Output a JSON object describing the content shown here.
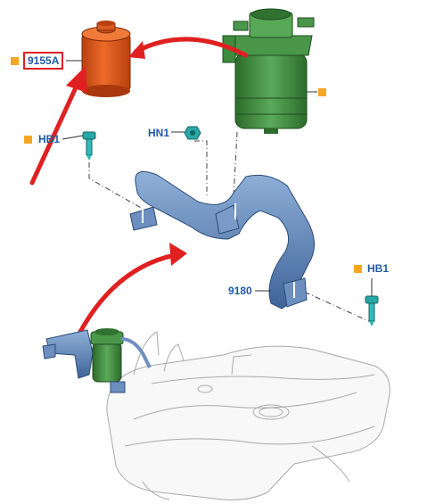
{
  "callouts": {
    "filter_part": "9155A",
    "bolt_left": "HB1",
    "nut_top": "HN1",
    "bracket_part": "9180",
    "bolt_right": "HB1"
  },
  "colors": {
    "callout_text": "#1f5aa6",
    "callout_marker": "#f5a623",
    "highlight": "#e02020",
    "filter_orange": "#e0561b",
    "canister_green": "#3f8a3f",
    "bracket_blue": "#5b7fb5",
    "fastener_teal": "#2aa6a6"
  }
}
